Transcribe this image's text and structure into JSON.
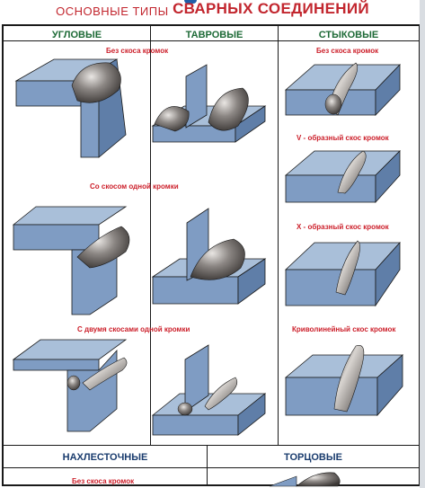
{
  "title": {
    "prefix": "ОСНОВНЫЕ ТИПЫ",
    "main": "СВАРНЫХ СОЕДИНЕНИЙ"
  },
  "columns": {
    "corner": "УГЛОВЫЕ",
    "tee": "ТАВРОВЫЕ",
    "butt": "СТЫКОВЫЕ"
  },
  "labels": {
    "corner_tee_row1": "Без скоса кромок",
    "corner_tee_row2": "Со скосом одной кромки",
    "corner_tee_row3": "С двумя скосами одной кромки",
    "butt_1": "Без скоса кромок",
    "butt_2": "V - образный скос кромок",
    "butt_3": "X - образный скос кромок",
    "butt_4": "Криволинейный скос кромок"
  },
  "bottom": {
    "lap": "НАХЛЕСТОЧНЫЕ",
    "edge": "ТОРЦОВЫЕ",
    "lap_label": "Без скоса кромок"
  },
  "colors": {
    "title_red": "#c2262e",
    "header_green": "#1d6a36",
    "label_red": "#cc1f2a",
    "plate_top": "#a9bfd9",
    "plate_front": "#7f9cc3",
    "plate_side": "#5f7ea8",
    "weld": "#6f6a68"
  }
}
